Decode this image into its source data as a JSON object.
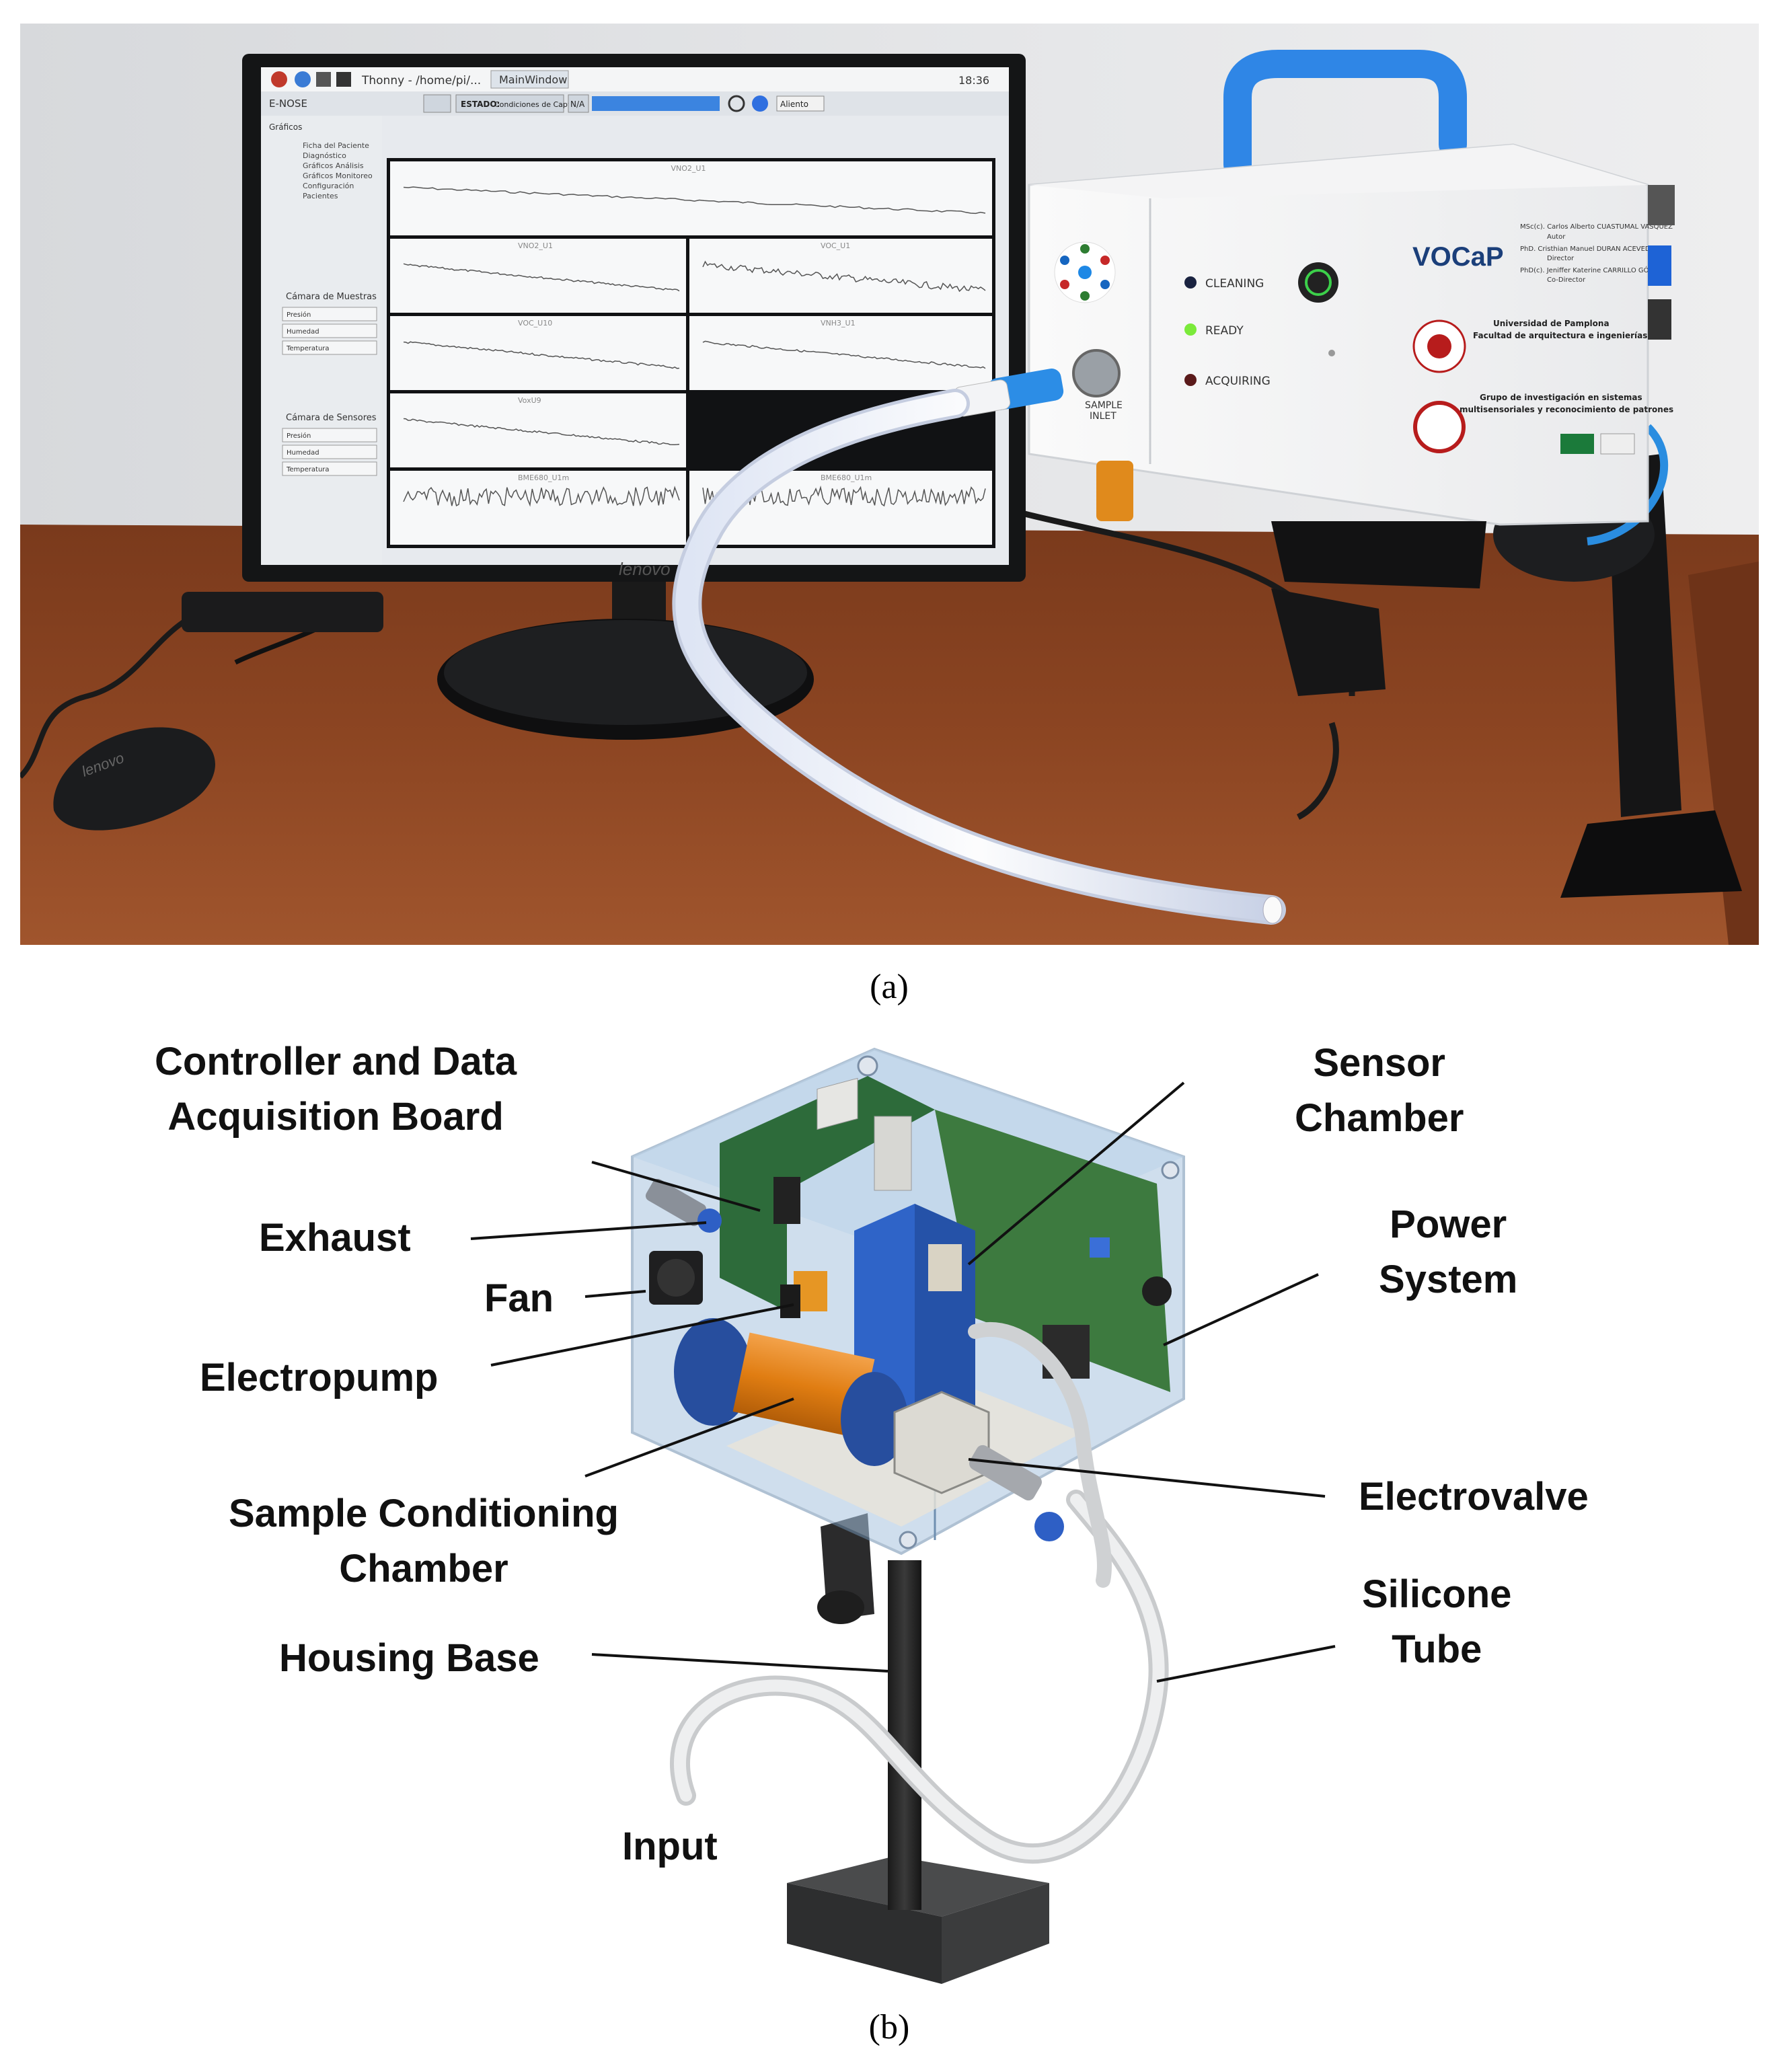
{
  "panel_a": {
    "caption": "(a)",
    "monitor": {
      "taskbar_title": "Thonny - /home/pi/...",
      "window_title": "MainWindow",
      "app_name": "E-NOSE",
      "tray_time": "18:36",
      "status_label": "ESTADO:",
      "status_value": "Condiciones de Captura",
      "na_label": "N/A",
      "mode_select": "Aliento",
      "menu_section": "Gráficos",
      "menu_items": [
        "Ficha del Paciente",
        "Diagnóstico",
        "Gráficos Análisis",
        "Gráficos Monitoreo",
        "Configuración",
        "Pacientes"
      ],
      "group_muestras": {
        "title": "Cámara de Muestras",
        "rows": [
          "Presión",
          "Humedad",
          "Temperatura"
        ]
      },
      "group_sensores": {
        "title": "Cámara de Sensores",
        "rows": [
          "Presión",
          "Humedad",
          "Temperatura"
        ]
      },
      "plot_titles": [
        "VNO2_U1",
        "VNO2_U1",
        "VOC_U1",
        "VOC_U10",
        "VNH3_U1",
        "VoxU9",
        "BME680_U1m",
        "BME680_U1m"
      ],
      "bezel_brand": "lenovo"
    },
    "device": {
      "brand": "VOCaP",
      "credits": [
        "MSc(c). Carlos Alberto CUASTUMAL VASQUEZ",
        "Autor",
        "PhD. Cristhian Manuel DURAN ACEVEDO",
        "Director",
        "PhD(c). Jeniffer Katerine CARRILLO GÓMEZ",
        "Co-Director"
      ],
      "university": [
        "Universidad de Pamplona",
        "Facultad de arquitectura e ingenierías"
      ],
      "group": [
        "Grupo de investigación en sistemas",
        "multisensoriales y reconocimiento de patrones"
      ],
      "status_leds": [
        {
          "label": "CLEANING",
          "color": "#1a2340"
        },
        {
          "label": "READY",
          "color": "#7bea3a"
        },
        {
          "label": "ACQUIRING",
          "color": "#5a1a1a"
        }
      ],
      "inlet_label": [
        "SAMPLE",
        "INLET"
      ],
      "accent_blue": "#2b8ae0"
    },
    "mouse_brand": "lenovo"
  },
  "panel_b": {
    "caption": "(b)",
    "labels": {
      "controller": [
        "Controller and Data",
        "Acquisition Board"
      ],
      "exhaust": "Exhaust",
      "fan": "Fan",
      "electropump": "Electropump",
      "sample_chamber": [
        "Sample Conditioning",
        "Chamber"
      ],
      "housing_base": "Housing Base",
      "input": "Input",
      "sensor_chamber": [
        "Sensor",
        "Chamber"
      ],
      "power_system": [
        "Power",
        "System"
      ],
      "electrovalve": "Electrovalve",
      "silicone_tube": [
        "Silicone",
        "Tube"
      ]
    }
  }
}
